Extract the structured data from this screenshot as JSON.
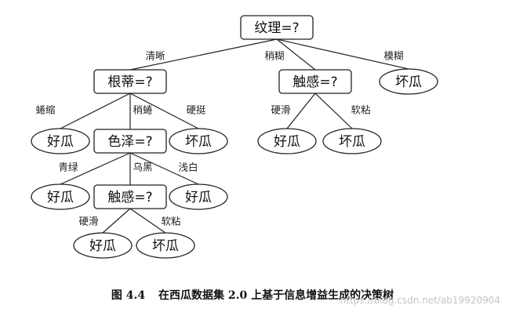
{
  "figure": {
    "nodes": [
      {
        "id": "root",
        "label": "纹理=?",
        "shape": "rect"
      },
      {
        "id": "n_gendi",
        "label": "根蒂=?",
        "shape": "rect"
      },
      {
        "id": "n_chugan1",
        "label": "触感=?",
        "shape": "rect"
      },
      {
        "id": "l_huaigua1",
        "label": "坏瓜",
        "shape": "ellipse"
      },
      {
        "id": "l_haogua1",
        "label": "好瓜",
        "shape": "ellipse"
      },
      {
        "id": "n_seze",
        "label": "色泽=?",
        "shape": "rect"
      },
      {
        "id": "l_huaigua2",
        "label": "坏瓜",
        "shape": "ellipse"
      },
      {
        "id": "l_haogua2",
        "label": "好瓜",
        "shape": "ellipse"
      },
      {
        "id": "l_huaigua3",
        "label": "坏瓜",
        "shape": "ellipse"
      },
      {
        "id": "l_haogua3",
        "label": "好瓜",
        "shape": "ellipse"
      },
      {
        "id": "n_chugan2",
        "label": "触感=?",
        "shape": "rect"
      },
      {
        "id": "l_haogua4",
        "label": "好瓜",
        "shape": "ellipse"
      },
      {
        "id": "l_haogua5",
        "label": "好瓜",
        "shape": "ellipse"
      },
      {
        "id": "l_huaigua4",
        "label": "坏瓜",
        "shape": "ellipse"
      }
    ],
    "edges": [
      {
        "from": "root",
        "to": "n_gendi",
        "label": "清晰"
      },
      {
        "from": "root",
        "to": "n_chugan1",
        "label": "稍糊"
      },
      {
        "from": "root",
        "to": "l_huaigua1",
        "label": "模糊"
      },
      {
        "from": "n_gendi",
        "to": "l_haogua1",
        "label": "蜷缩"
      },
      {
        "from": "n_gendi",
        "to": "n_seze",
        "label": "稍蜷"
      },
      {
        "from": "n_gendi",
        "to": "l_huaigua2",
        "label": "硬挺"
      },
      {
        "from": "n_chugan1",
        "to": "l_haogua2",
        "label": "硬滑"
      },
      {
        "from": "n_chugan1",
        "to": "l_huaigua3",
        "label": "软粘"
      },
      {
        "from": "n_seze",
        "to": "l_haogua3",
        "label": "青绿"
      },
      {
        "from": "n_seze",
        "to": "n_chugan2",
        "label": "乌黑"
      },
      {
        "from": "n_seze",
        "to": "l_haogua4",
        "label": "浅白"
      },
      {
        "from": "n_chugan2",
        "to": "l_haogua5",
        "label": "硬滑"
      },
      {
        "from": "n_chugan2",
        "to": "l_huaigua4",
        "label": "软粘"
      }
    ]
  },
  "caption": {
    "number": "图 4.4",
    "text": "在西瓜数据集 2.0 上基于信息增益生成的决策树"
  },
  "watermark": "https://blog.csdn.net/ab19920904"
}
